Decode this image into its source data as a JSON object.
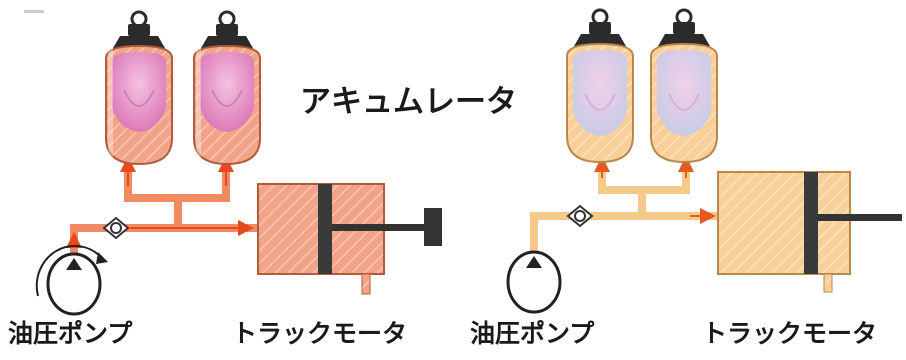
{
  "labels": {
    "accumulator": "アキュムレータ",
    "left_pump": "油圧ポンプ",
    "left_motor": "トラックモータ",
    "right_pump": "油圧ポンプ",
    "right_motor": "トラックモータ"
  },
  "colors": {
    "left_oil_fill": "#f2a489",
    "left_oil_hatch": "#f6c6b2",
    "left_outline": "#b45a3c",
    "left_pipe": "#ef8a63",
    "left_flow_arrow": "#e84a1e",
    "left_bladder": "#dd7ab8",
    "left_bladder_light": "#f4c2e0",
    "right_oil_fill": "#f8cf98",
    "right_oil_hatch": "#fbe2bf",
    "right_outline": "#b9884a",
    "right_pipe": "#f4c98a",
    "right_flow_arrow": "#e45a1f",
    "right_bladder": "#c9cbe6",
    "right_bladder_light": "#f0d0e8",
    "cap": "#2b2b2b",
    "piston": "#3a3a3a",
    "rod": "#333333"
  },
  "icons": [
    "accumulator-icon",
    "pump-icon",
    "check-valve-icon",
    "track-motor-icon",
    "rotation-arrow-icon",
    "flow-arrow-icon"
  ]
}
